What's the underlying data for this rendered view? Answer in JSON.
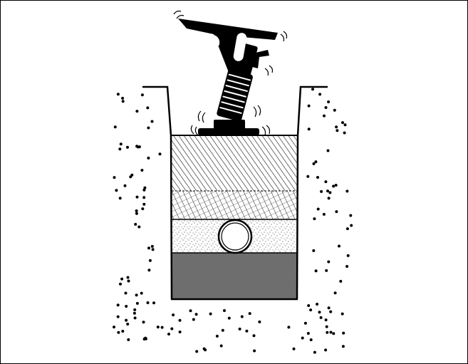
{
  "figure": {
    "description_hidden": "",
    "colors": {
      "ink": "#000000",
      "background": "#ffffff",
      "stone_base": "#6e6e6e",
      "sand_fill": "#ffffff",
      "soil_dots": "#000000"
    },
    "layers": [
      {
        "name": "stone-base-layer",
        "pattern": "solid-gray"
      },
      {
        "name": "pipe-bedding-layer",
        "pattern": "fine-stipple"
      },
      {
        "name": "lower-backfill-layer",
        "pattern": "cross-hatch"
      },
      {
        "name": "upper-backfill-layer",
        "pattern": "diagonal-hatch"
      }
    ],
    "objects": [
      {
        "name": "pipe",
        "shape": "circle"
      },
      {
        "name": "rammer-compactor",
        "state": "vibrating"
      }
    ]
  }
}
